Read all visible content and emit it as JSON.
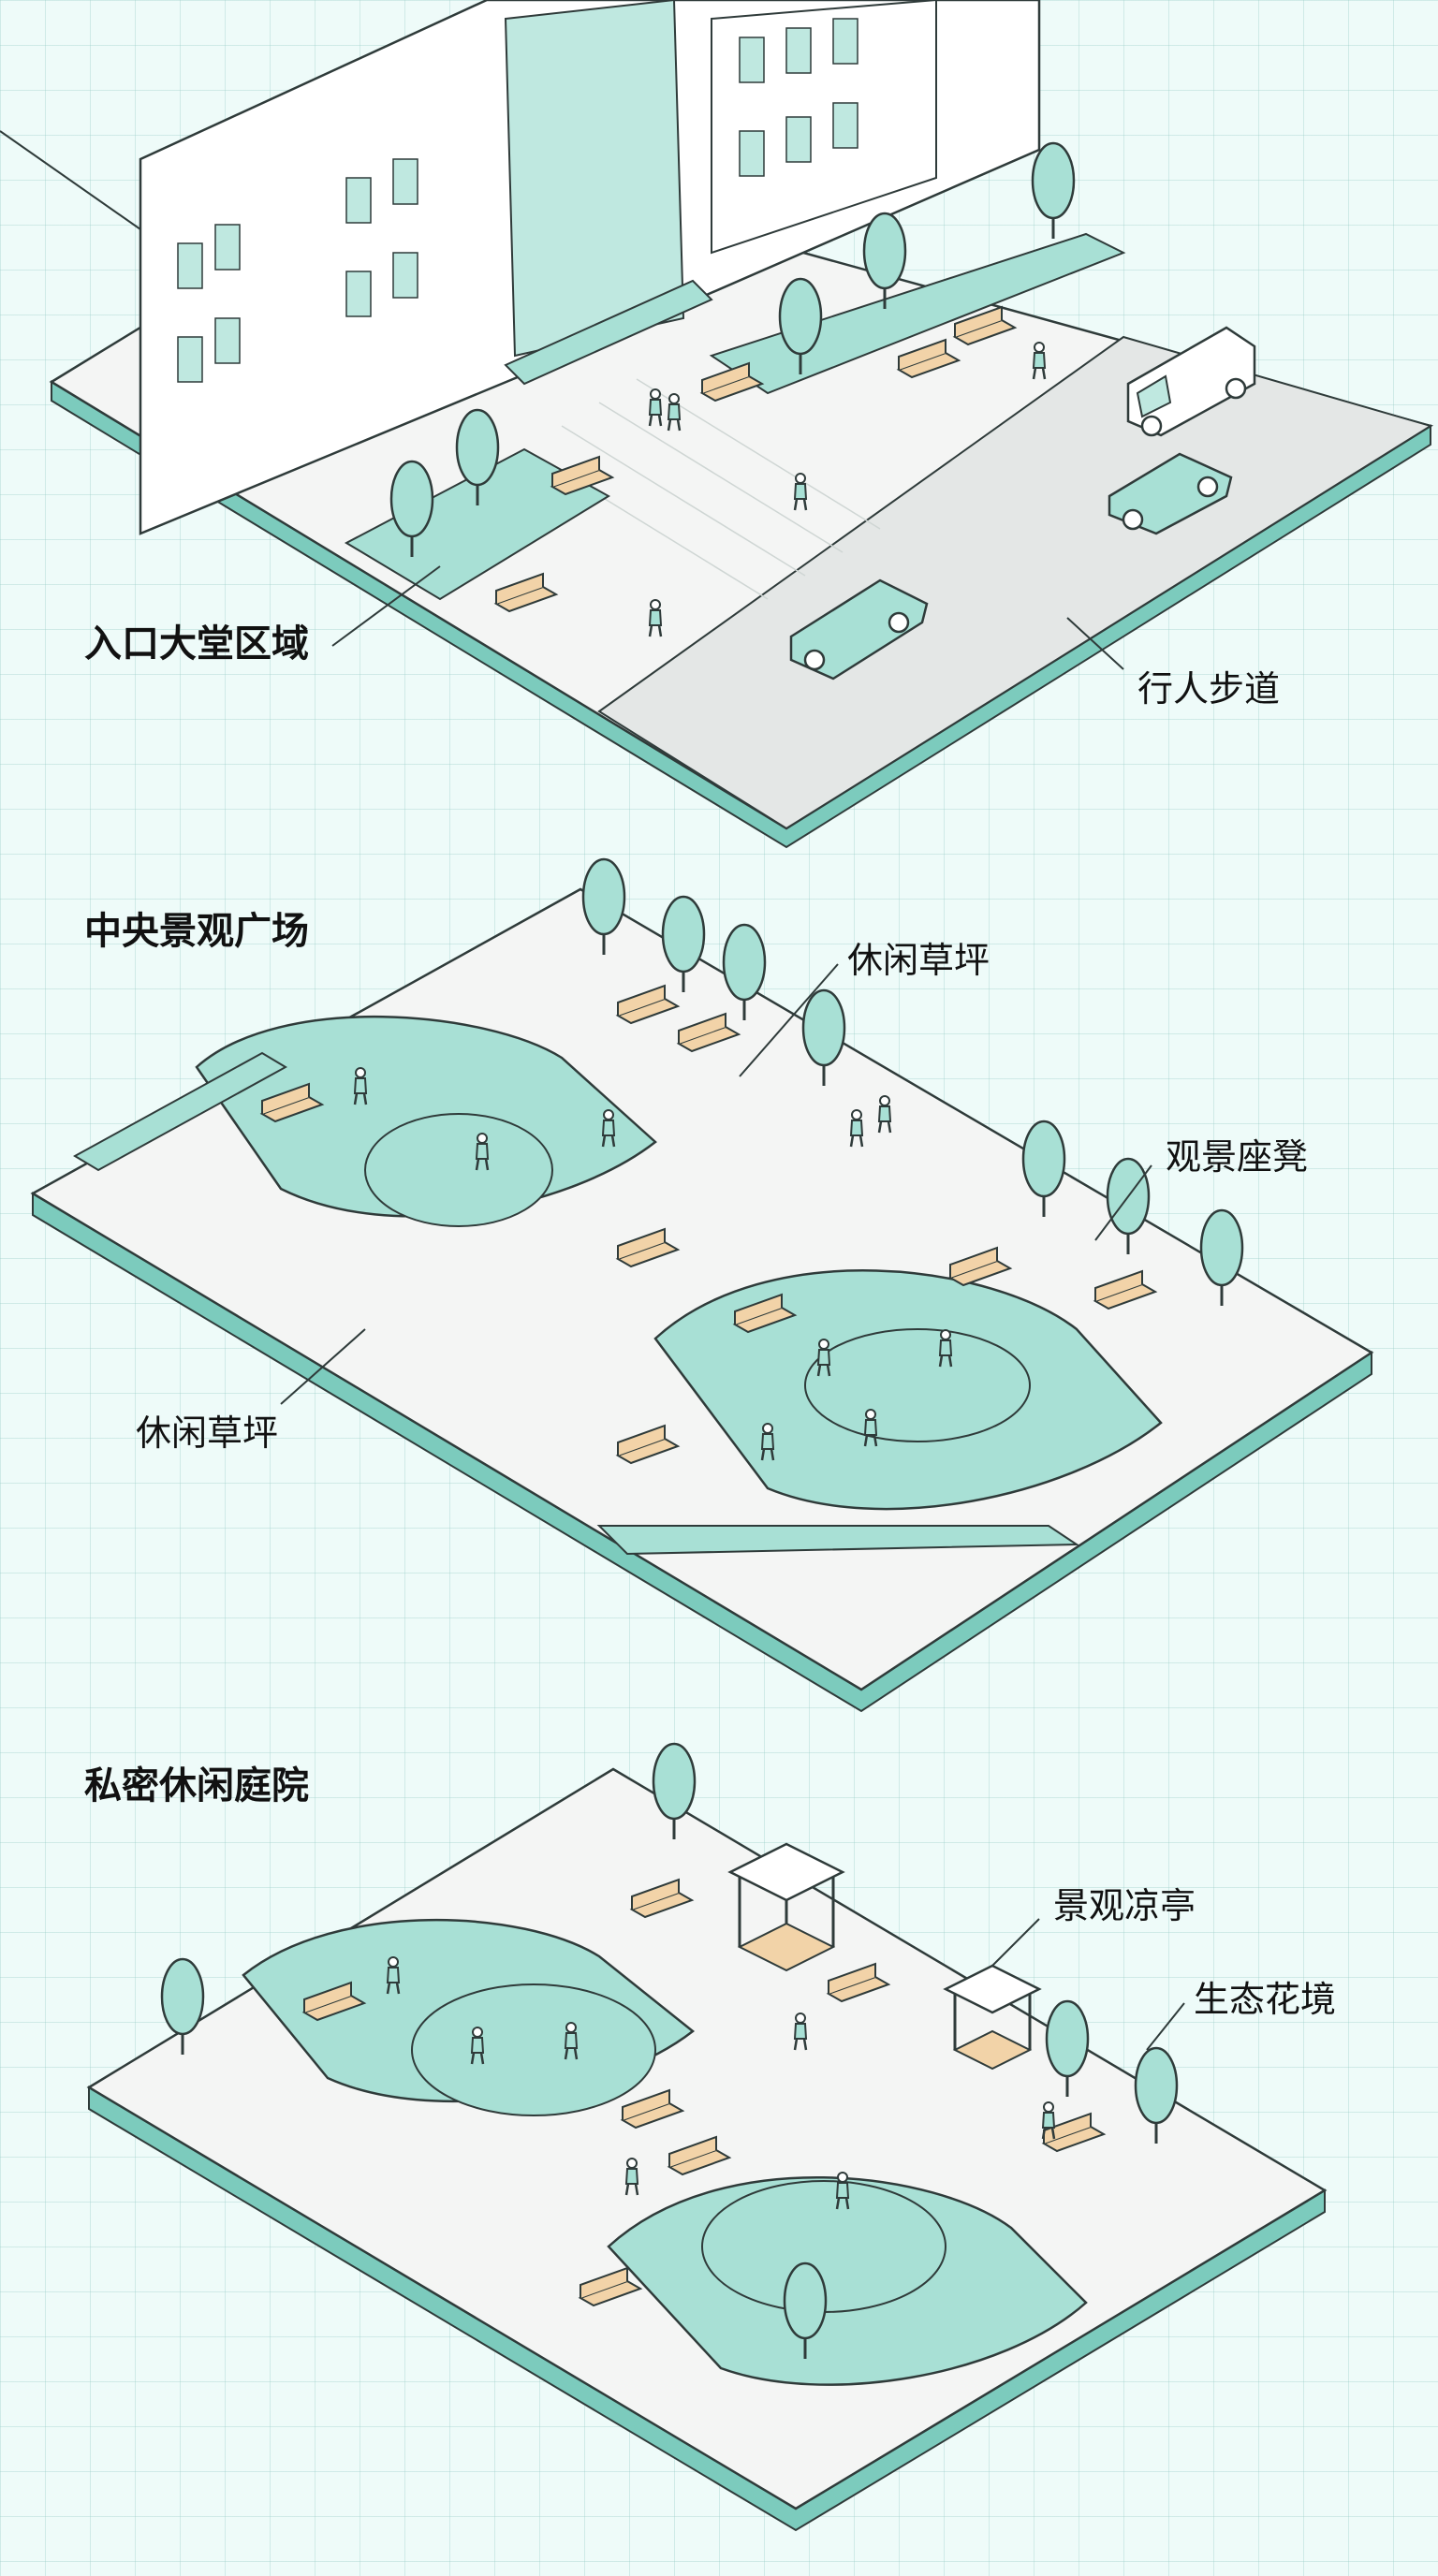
{
  "sections": {
    "entrance": {
      "title": "入口大堂区域",
      "callouts": {
        "sidewalk": "行人步道"
      }
    },
    "central_plaza": {
      "title": "中央景观广场",
      "callouts": {
        "lawn_top": "休闲草坪",
        "viewing_bench": "观景座凳",
        "lawn_bottom": "休闲草坪"
      }
    },
    "private_courtyard": {
      "title": "私密休闲庭院",
      "callouts": {
        "pavilion": "景观凉亭",
        "flower_border": "生态花境"
      }
    }
  },
  "colors": {
    "background": "#eefbf9",
    "mint": "#a8e0d5",
    "mint_dark": "#7ccbbd",
    "paving": "#f4f5f4",
    "line": "#2f3b3a",
    "building": "#ffffff",
    "glass": "#bfe8e0",
    "wood": "#f2d3a8"
  },
  "icons": [
    "tree-icon",
    "bench-icon",
    "person-icon",
    "car-icon",
    "van-icon",
    "gazebo-icon"
  ]
}
